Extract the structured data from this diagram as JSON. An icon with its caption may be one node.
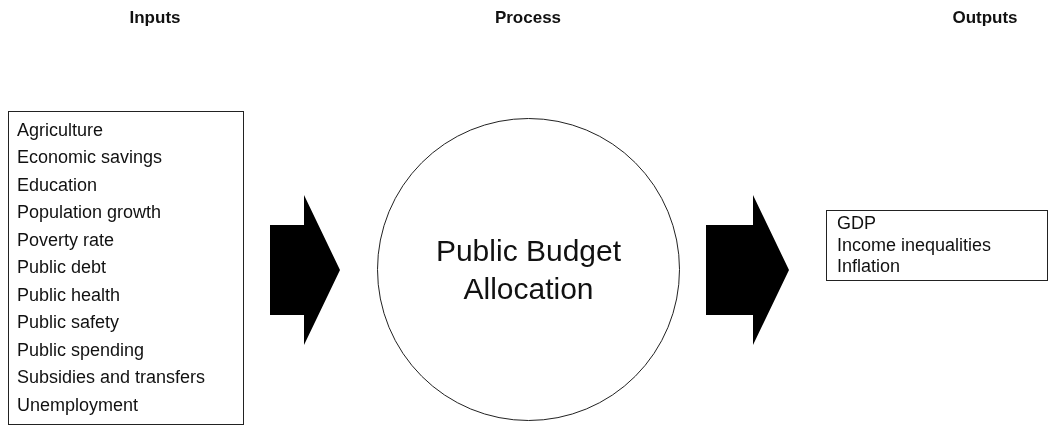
{
  "diagram": {
    "nodes": [
      {
        "text": [
          "Agriculture",
          "Economic savings",
          "Education",
          "Population growth",
          "Poverty rate",
          "Public debt",
          "Public health",
          "Public safety",
          "Public spending",
          "Subsidies and transfers",
          "Unemployment"
        ]
      },
      {
        "text": [
          "Public Budget Allocation"
        ]
      },
      {
        "text": [
          "GDP",
          "Income inequalities",
          "Inflation"
        ]
      }
    ],
    "edges": [
      {
        "from": 0,
        "to": 1,
        "arrow": "to",
        "style": "thick"
      },
      {
        "from": 1,
        "to": 2,
        "arrow": "to",
        "style": "thick"
      }
    ],
    "labels": [
      "Inputs",
      "Process",
      "Outputs"
    ]
  }
}
